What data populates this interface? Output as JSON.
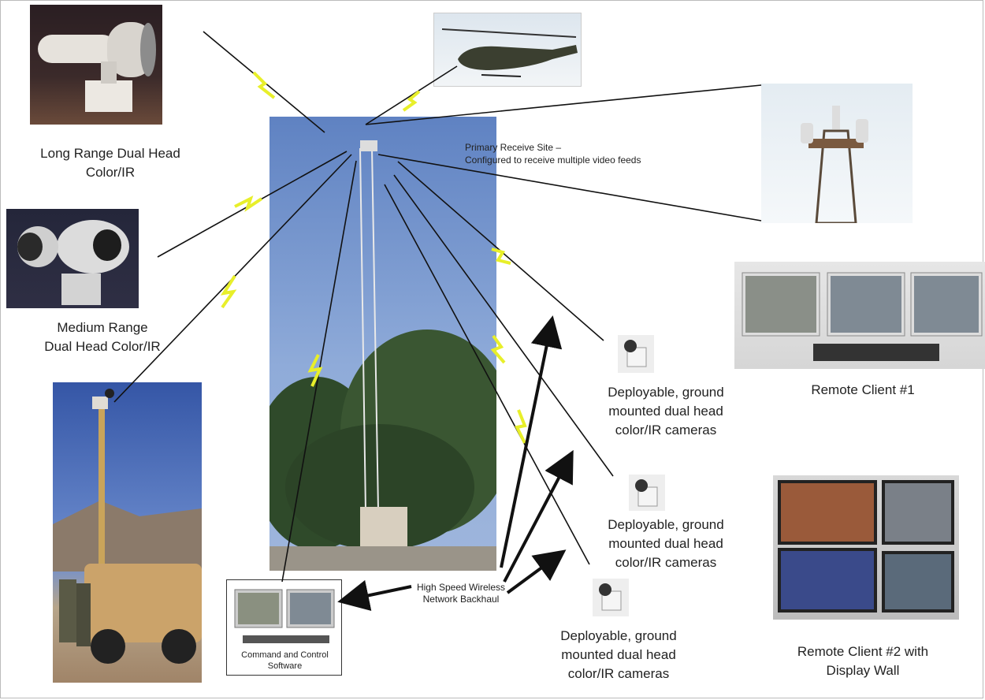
{
  "labels": {
    "long_range": "Long Range Dual Head\nColor/IR",
    "medium_range": "Medium Range\nDual Head Color/IR",
    "primary_site_line1": "Primary Receive Site –",
    "primary_site_line2": "Configured to receive multiple video feeds",
    "deployable_1": "Deployable, ground\nmounted dual head\ncolor/IR cameras",
    "deployable_2": "Deployable, ground\nmounted dual head\ncolor/IR cameras",
    "deployable_3": "Deployable, ground\nmounted dual head\ncolor/IR cameras",
    "remote_client_1": "Remote Client #1",
    "remote_client_2": "Remote Client #2 with\nDisplay Wall",
    "backhaul": "High Speed Wireless\nNetwork Backhaul",
    "command": "Command and Control\nSoftware"
  },
  "colors": {
    "lightning": "#e8ef2a",
    "sky": "#6f8fc8",
    "line": "#111111"
  }
}
